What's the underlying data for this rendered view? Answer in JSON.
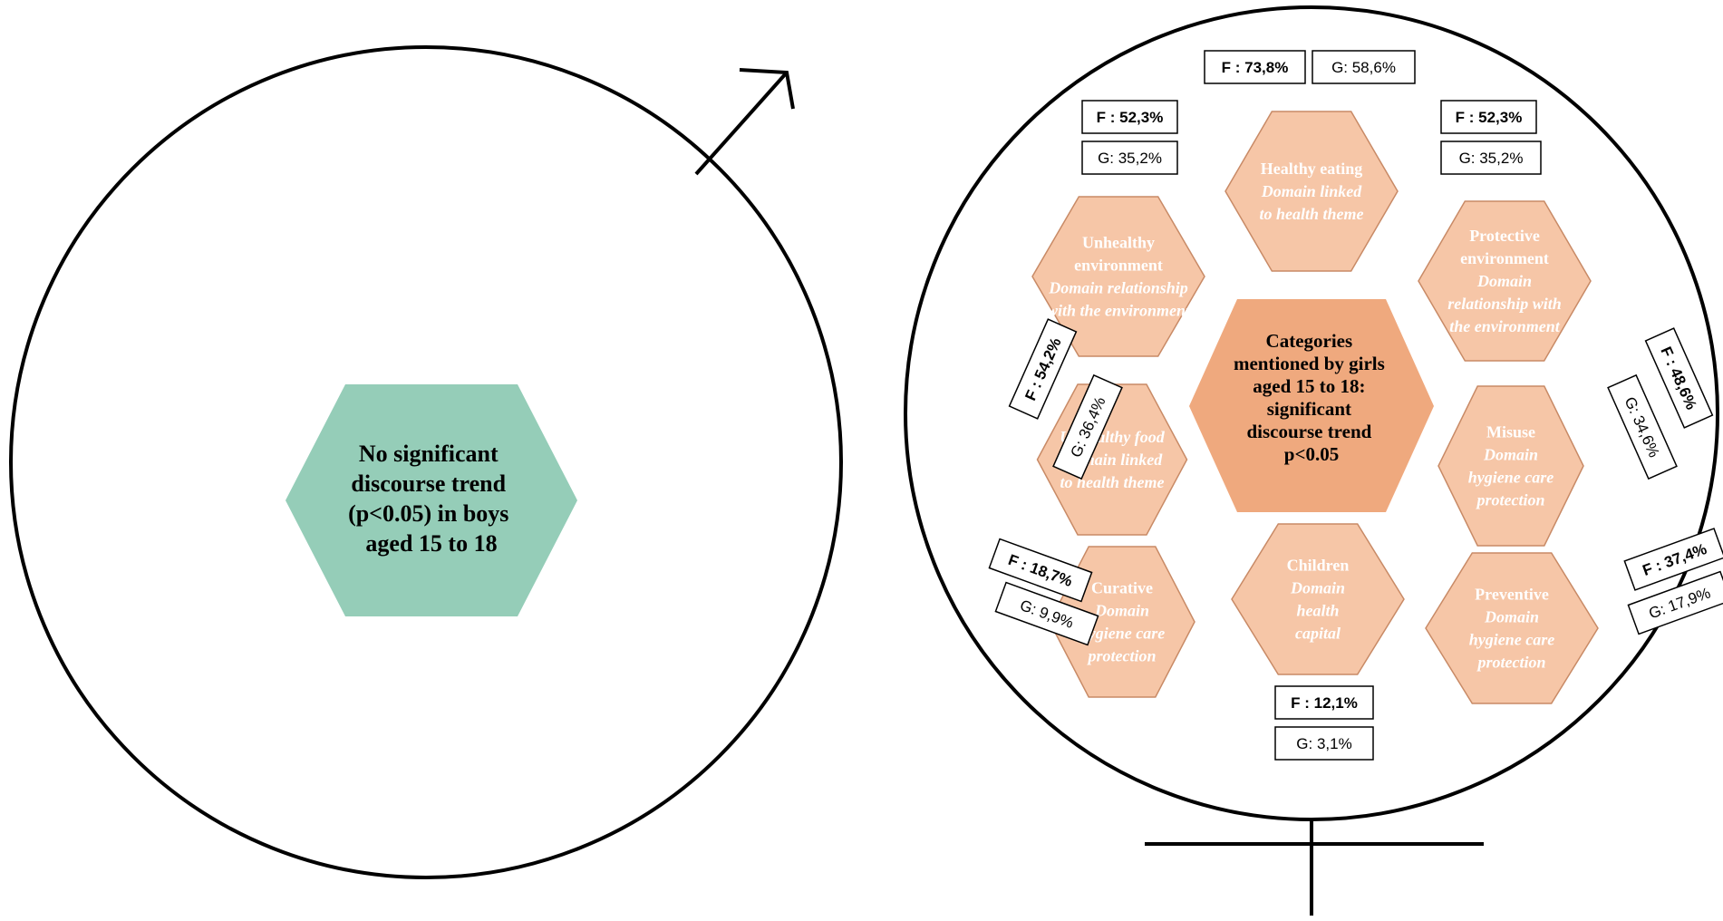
{
  "boys": {
    "hex_text": [
      "No significant",
      "discourse trend",
      "(p<0.05) in boys",
      "aged 15 to 18"
    ],
    "color": "#95cdb8"
  },
  "girls": {
    "center_text": [
      "Categories",
      "mentioned by girls",
      "aged 15 to 18:",
      "significant",
      "discourse trend",
      "p<0.05"
    ],
    "center_color": "#efa97e",
    "category_color": "#f6c6a7",
    "categories": [
      {
        "id": "healthy-eating",
        "title": [
          "Healthy eating"
        ],
        "domain": [
          "Domain linked",
          "to health theme"
        ],
        "f": "F : 73,8%",
        "g": "G: 58,6%"
      },
      {
        "id": "unhealthy-environment",
        "title": [
          "Unhealthy",
          "environment"
        ],
        "domain": [
          "Domain relationship",
          "with the environment"
        ],
        "f": "F : 52,3%",
        "g": "G: 35,2%"
      },
      {
        "id": "protective-environment",
        "title": [
          "Protective",
          "environment"
        ],
        "domain": [
          "Domain",
          "relationship with",
          "the environment"
        ],
        "f": "F : 52,3%",
        "g": "G: 35,2%"
      },
      {
        "id": "unhealthy-food",
        "title": [],
        "domain": [
          "Unhealthy food",
          "Domain linked",
          "to health theme"
        ],
        "f": "F : 54,2%",
        "g": "G: 36,4%"
      },
      {
        "id": "misuse",
        "title": [
          "Misuse"
        ],
        "domain": [
          "Domain",
          "hygiene care",
          "protection"
        ],
        "f": "F : 48,6%",
        "g": "G: 34,6%"
      },
      {
        "id": "curative",
        "title": [
          "Curative"
        ],
        "domain": [
          "Domain",
          "hygiene care",
          "protection"
        ],
        "f": "F : 18,7%",
        "g": "G: 9,9%"
      },
      {
        "id": "children",
        "title": [
          "Children"
        ],
        "domain": [
          "Domain",
          "health",
          "capital"
        ],
        "f": "F : 12,1%",
        "g": "G: 3,1%"
      },
      {
        "id": "preventive",
        "title": [
          "Preventive"
        ],
        "domain": [
          "Domain",
          "hygiene care",
          "protection"
        ],
        "f": "F : 37,4%",
        "g": "G: 17,9%"
      }
    ]
  }
}
